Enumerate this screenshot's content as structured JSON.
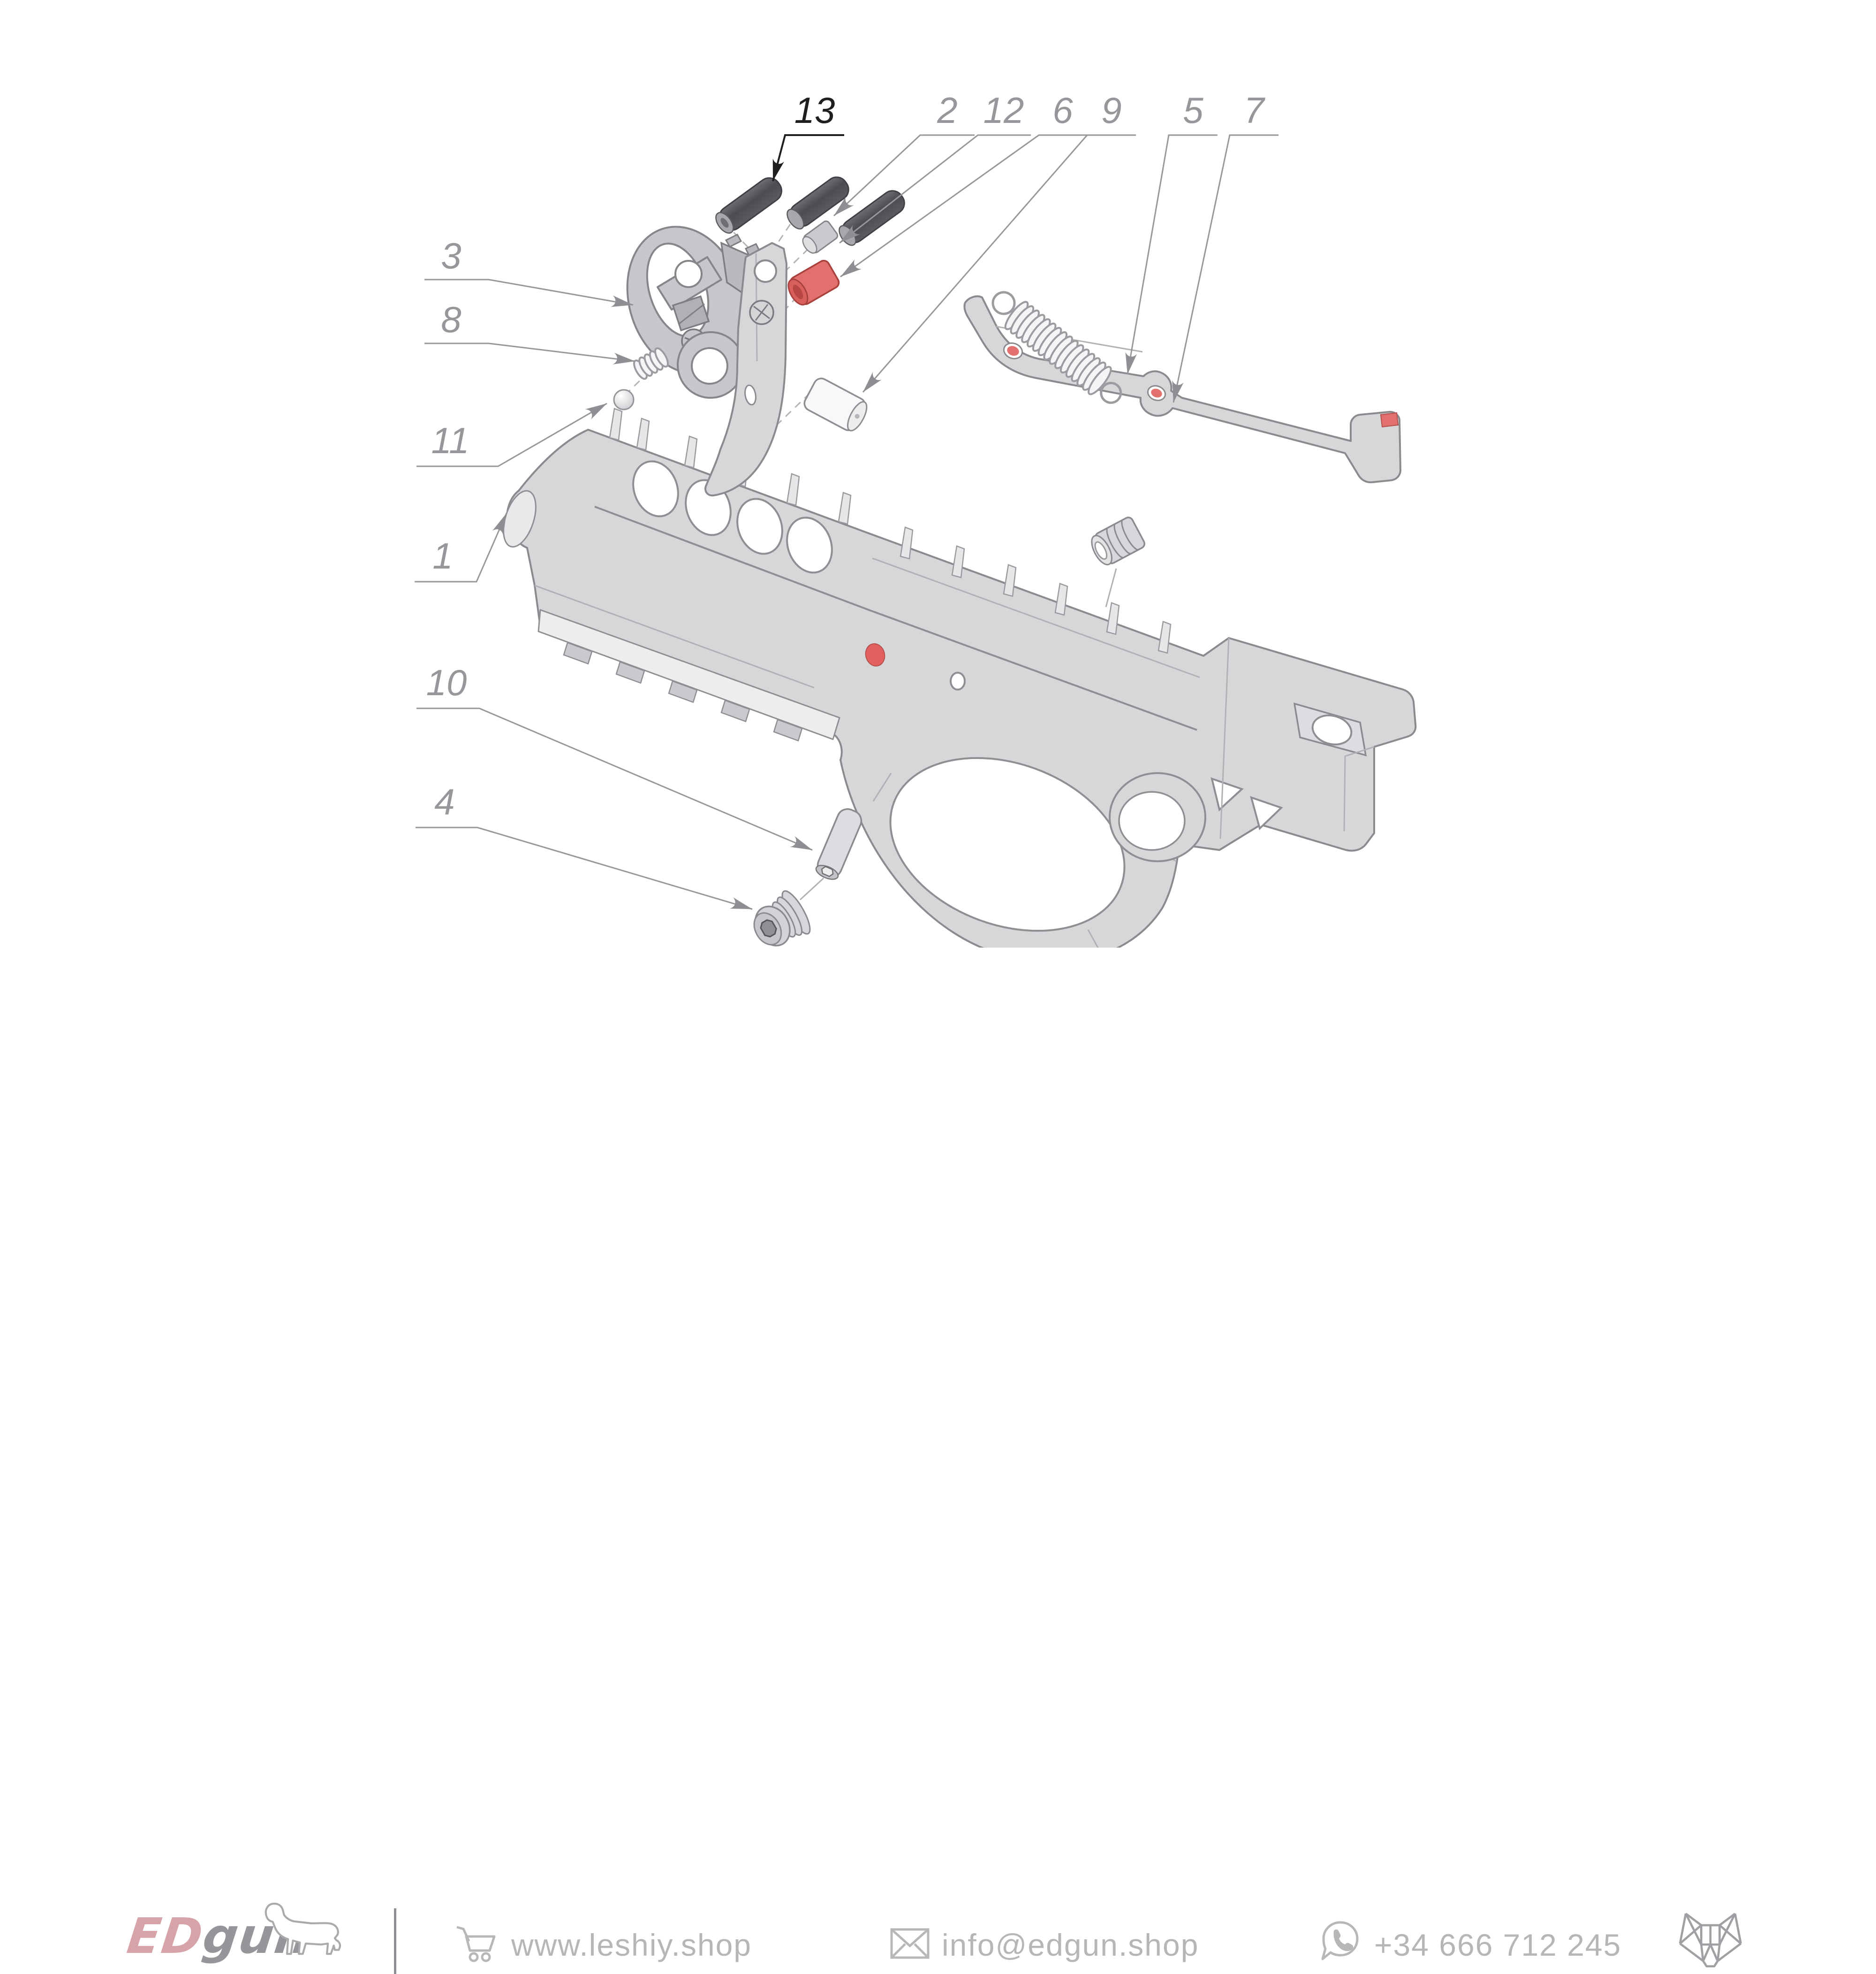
{
  "diagram": {
    "callouts": [
      {
        "id": "13",
        "label": "13"
      },
      {
        "id": "2",
        "label": "2"
      },
      {
        "id": "12",
        "label": "12"
      },
      {
        "id": "6",
        "label": "6"
      },
      {
        "id": "9",
        "label": "9"
      },
      {
        "id": "5",
        "label": "5"
      },
      {
        "id": "7",
        "label": "7"
      },
      {
        "id": "3",
        "label": "3"
      },
      {
        "id": "8",
        "label": "8"
      },
      {
        "id": "11",
        "label": "11"
      },
      {
        "id": "1",
        "label": "1"
      },
      {
        "id": "10",
        "label": "10"
      },
      {
        "id": "4",
        "label": "4"
      }
    ]
  },
  "footer": {
    "brand": {
      "ed": "ED",
      "gun": "gun"
    },
    "website": "www.leshiy.shop",
    "email": "info@edgun.shop",
    "phone": "+34 666 712 245"
  },
  "colors": {
    "highlight_red": "#e2716d",
    "brand_pink": "#d6a3a8",
    "callout_text": "#96979a",
    "callout_dark": "#1f1f22",
    "footer_text": "#b5b6b8",
    "part_outline": "#8a8b8f",
    "part_fill": "#d6d7d9"
  }
}
